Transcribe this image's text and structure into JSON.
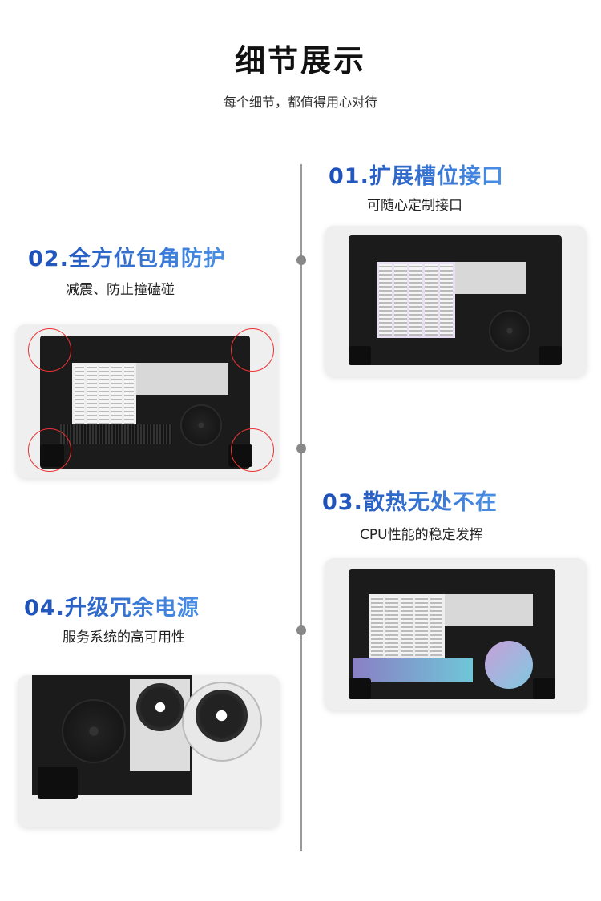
{
  "header": {
    "title": "细节展示",
    "subtitle": "每个细节，都值得用心对待"
  },
  "sections": [
    {
      "heading": "01.扩展槽位接口",
      "sub": "可随心定制接口"
    },
    {
      "heading": "02.全方位包角防护",
      "sub": "减震、防止撞磕碰"
    },
    {
      "heading": "03.散热无处不在",
      "sub": "CPU性能的稳定发挥"
    },
    {
      "heading": "04.升级冗余电源",
      "sub": "服务系统的高可用性"
    }
  ],
  "colors": {
    "heading_start": "#1d4fb8",
    "heading_end": "#4a90e6",
    "ring": "#ee3333"
  }
}
